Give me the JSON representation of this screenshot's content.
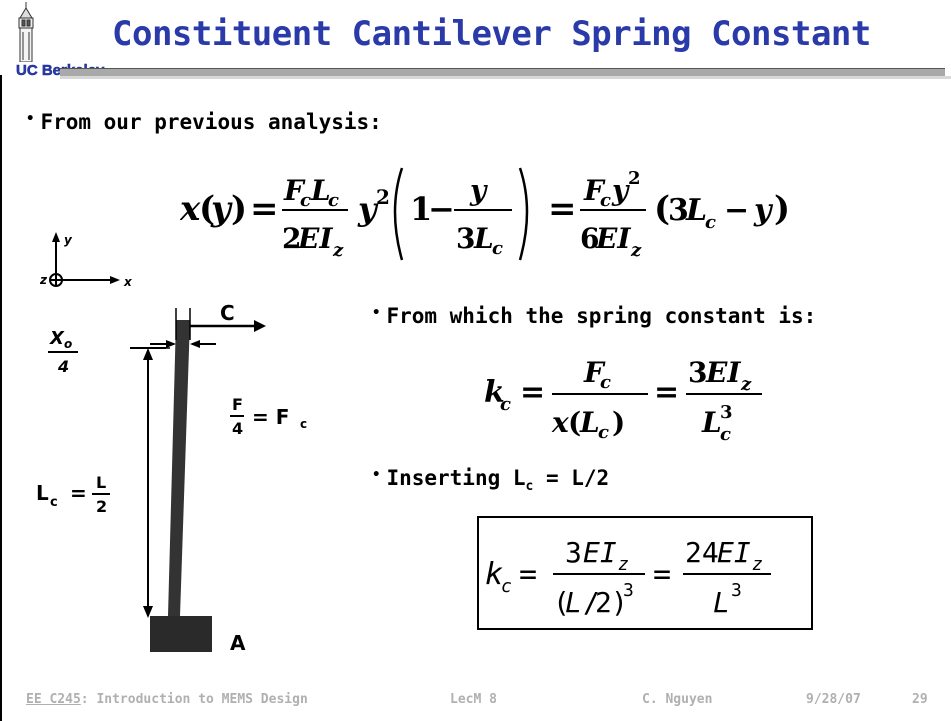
{
  "header": {
    "title": "Constituent Cantilever Spring Constant",
    "logo_text": "UC Berkeley"
  },
  "bullets": {
    "b1": "From our previous analysis:",
    "b2": "From which the spring constant is:",
    "b3_prefix": "Inserting L",
    "b3_sub": "c",
    "b3_suffix": " = L/2"
  },
  "axes": {
    "y_label": "y",
    "x_label": "x",
    "z_label": "z"
  },
  "diagram": {
    "point_c": "C",
    "point_a": "A",
    "xo_label": "X",
    "xo_sub": "o",
    "xo_den": "4",
    "f_num": "F",
    "f_den": "4",
    "fc_label": "= F",
    "fc_sub": "c",
    "lc_label": "L",
    "lc_sub": "c",
    "l_num": "L",
    "l_den": "2",
    "lc_eq": "="
  },
  "footer": {
    "course": "EE C245",
    "course_rest": ": Introduction to MEMS Design",
    "lecture": "LecM 8",
    "author": "C. Nguyen",
    "date": "9/28/07",
    "page": "29"
  }
}
